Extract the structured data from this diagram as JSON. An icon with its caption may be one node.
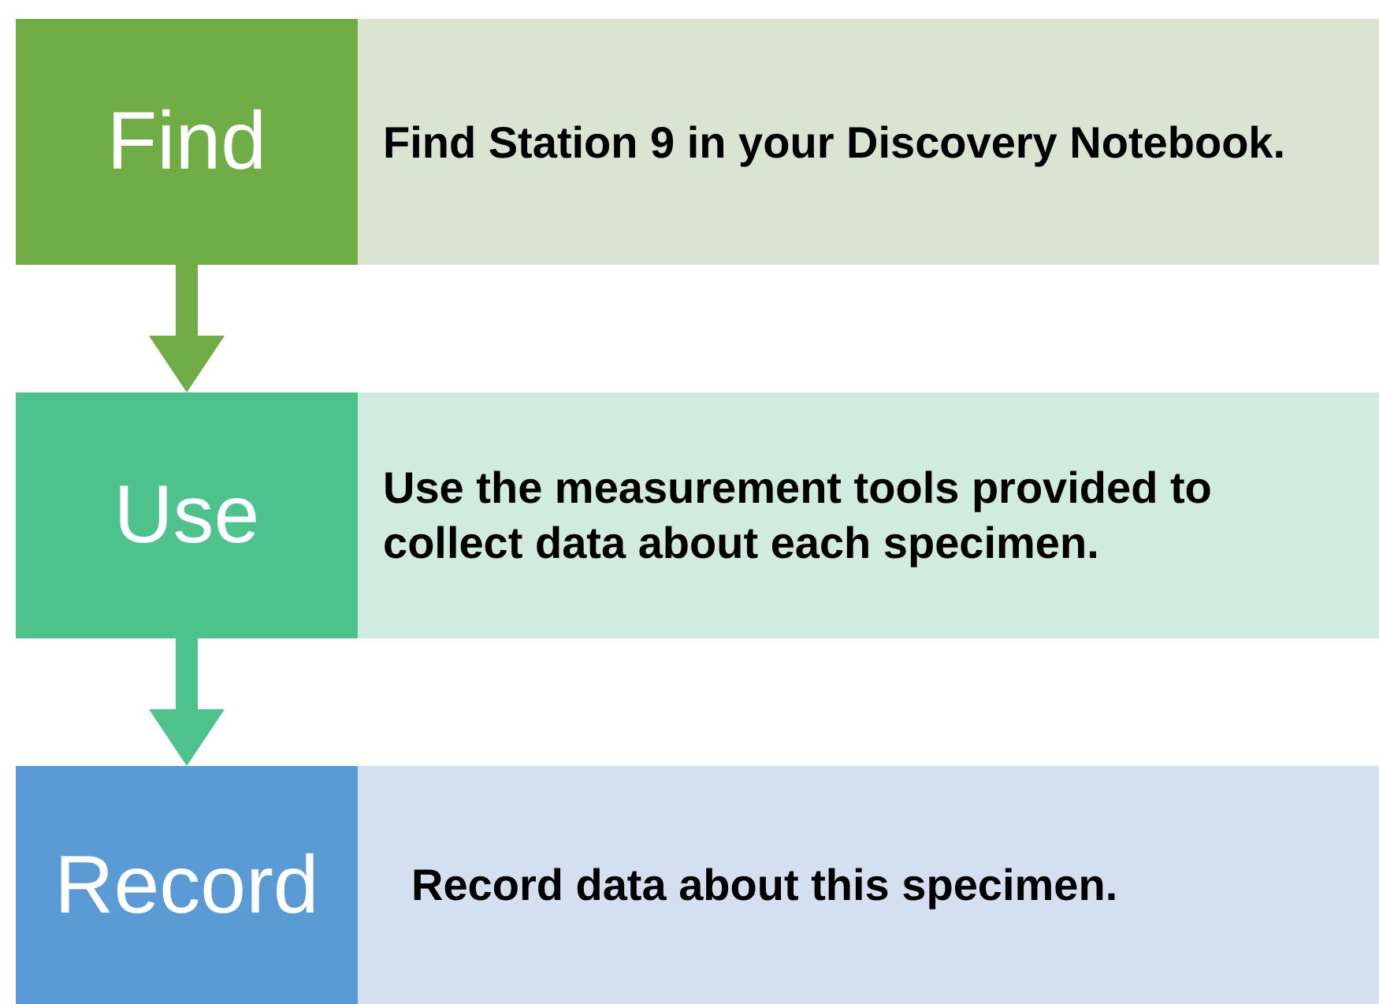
{
  "diagram": {
    "nodes": [
      {
        "text": [
          "Find"
        ]
      },
      {
        "text": [
          "Find Station 9 in your Discovery Notebook."
        ]
      },
      {
        "text": [
          "Use"
        ]
      },
      {
        "text": [
          "Use the measurement tools provided to collect data about each specimen."
        ]
      },
      {
        "text": [
          "Record"
        ]
      },
      {
        "text": [
          "Record data about this specimen."
        ]
      }
    ],
    "edges": [
      {
        "from": 0,
        "to": 2,
        "arrow": "to",
        "color": "#70ad47"
      },
      {
        "from": 2,
        "to": 4,
        "arrow": "to",
        "color": "#4dc28c"
      }
    ]
  }
}
